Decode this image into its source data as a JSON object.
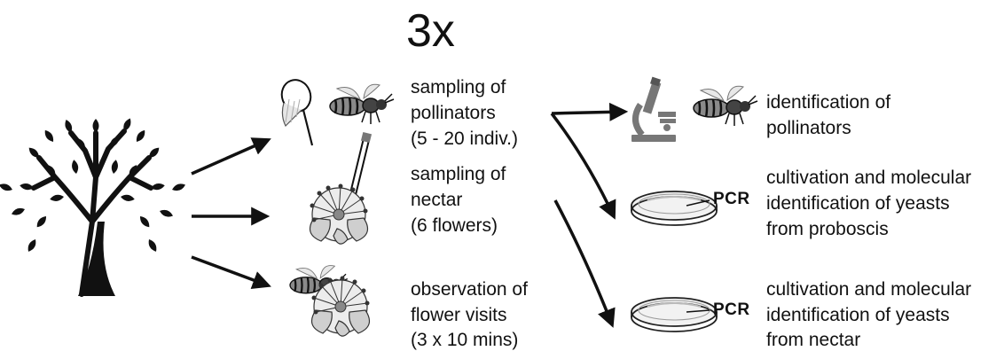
{
  "title": "3x",
  "steps": {
    "pollinators": [
      "sampling of",
      "pollinators",
      "(5 - 20 indiv.)"
    ],
    "nectar": [
      "sampling of",
      "nectar",
      "(6 flowers)"
    ],
    "visits": [
      "observation of",
      "flower visits",
      "(3 x 10 mins)"
    ]
  },
  "outcomes": {
    "identification": [
      "identification of",
      "pollinators"
    ],
    "proboscis": [
      "cultivation and molecular",
      "identification of yeasts",
      "from proboscis"
    ],
    "nectar": [
      "cultivation and molecular",
      "identification of yeasts",
      "from nectar"
    ]
  },
  "pcr_label_1": "PCR",
  "pcr_label_2": "PCR",
  "icons": [
    "tree-icon",
    "insect-net-icon",
    "bee-icon",
    "flower-icon",
    "pipette-icon",
    "microscope-icon",
    "petri-dish-icon"
  ],
  "colors": {
    "ink": "#111111",
    "background": "#ffffff",
    "gray": "#9a9a9a"
  }
}
